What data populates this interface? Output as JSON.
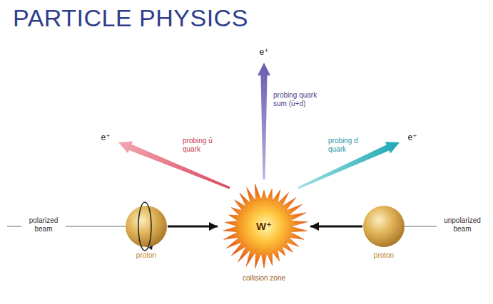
{
  "diagram": {
    "title": "PARTICLE PHYSICS",
    "nodes": [
      {
        "text": [
          "proton"
        ]
      },
      {
        "text": [
          "W⁺",
          "collision zone"
        ]
      },
      {
        "text": [
          "proton"
        ]
      }
    ],
    "edges": [
      {
        "from": 0,
        "to": 1,
        "arrow": "to"
      },
      {
        "from": 2,
        "to": 1,
        "arrow": "to"
      }
    ],
    "labels": [
      "e⁺",
      "probing quark sum (ū+d)",
      "e⁺",
      "probing ū quark",
      "probing d quark",
      "e⁺",
      "polarized beam",
      "unpolarized beam"
    ]
  }
}
